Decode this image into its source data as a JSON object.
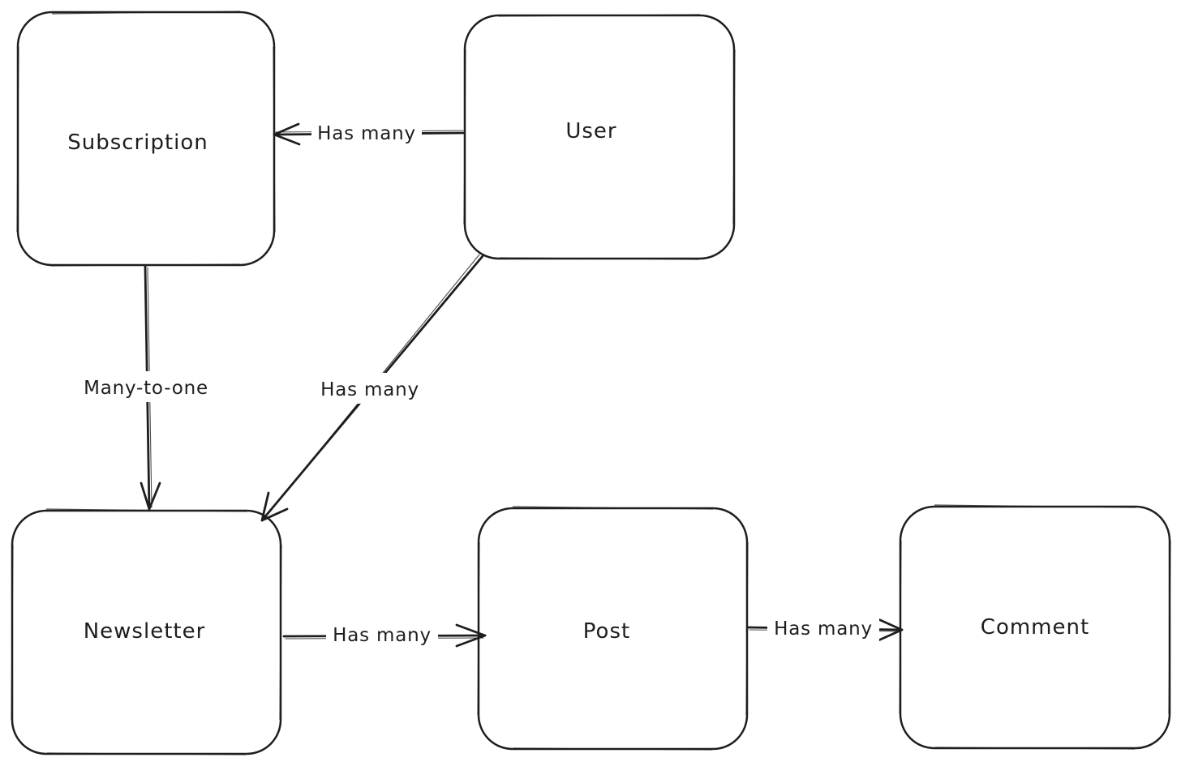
{
  "diagram": {
    "nodes": {
      "subscription": "Subscription",
      "user": "User",
      "newsletter": "Newsletter",
      "post": "Post",
      "comment": "Comment"
    },
    "edges": {
      "user_subscription": "Has many",
      "subscription_newsletter": "Many-to-one",
      "user_newsletter": "Has many",
      "newsletter_post": "Has many",
      "post_comment": "Has many"
    }
  }
}
